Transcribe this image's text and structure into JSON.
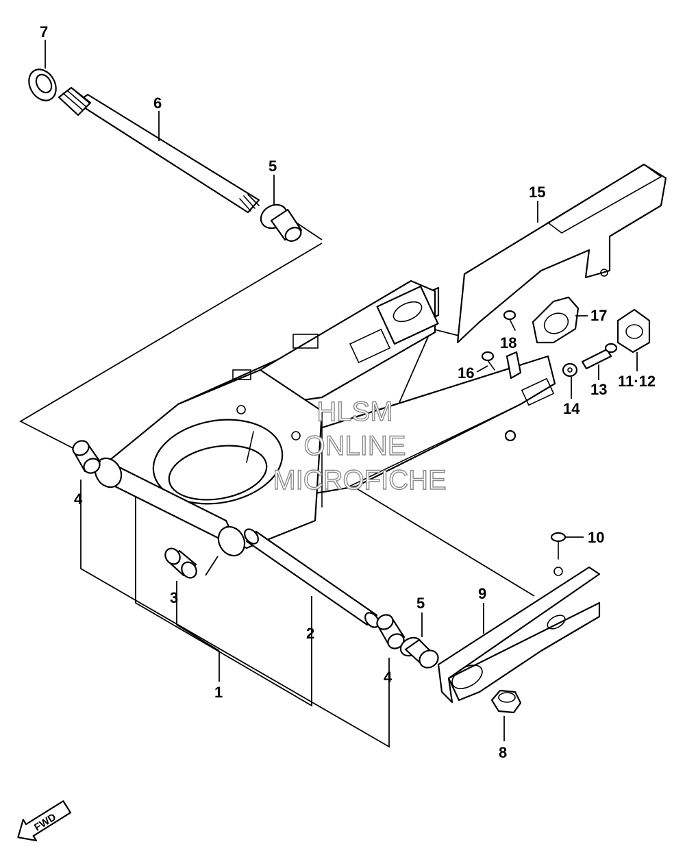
{
  "callouts": {
    "p1": "1",
    "p2": "2",
    "p3": "3",
    "p4a": "4",
    "p4b": "4",
    "p5a": "5",
    "p5b": "5",
    "p6": "6",
    "p7": "7",
    "p8": "8",
    "p9": "9",
    "p10": "10",
    "p11_12": "11·12",
    "p13": "13",
    "p14": "14",
    "p15": "15",
    "p16": "16",
    "p17": "17",
    "p18": "18"
  },
  "watermark": {
    "line1": "HLSM",
    "line2": "ONLINE",
    "line3": "MICROFICHE"
  },
  "fwd_label": "FWD"
}
